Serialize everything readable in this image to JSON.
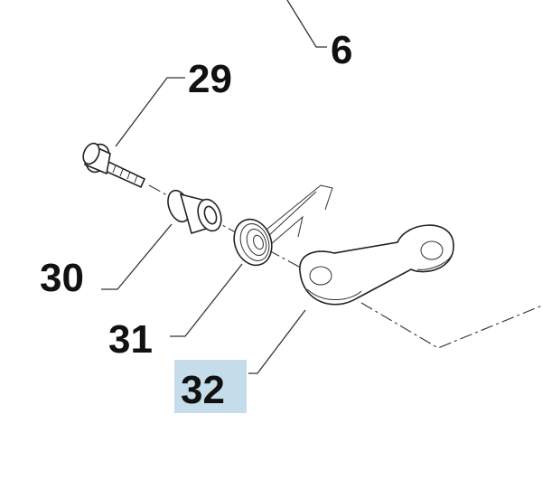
{
  "callouts": [
    {
      "id": "6",
      "label": "6"
    },
    {
      "id": "29",
      "label": "29"
    },
    {
      "id": "30",
      "label": "30"
    },
    {
      "id": "31",
      "label": "31"
    },
    {
      "id": "32",
      "label": "32",
      "highlighted": true
    }
  ],
  "colors": {
    "highlight": "#c5dcea",
    "ink": "#111111"
  }
}
